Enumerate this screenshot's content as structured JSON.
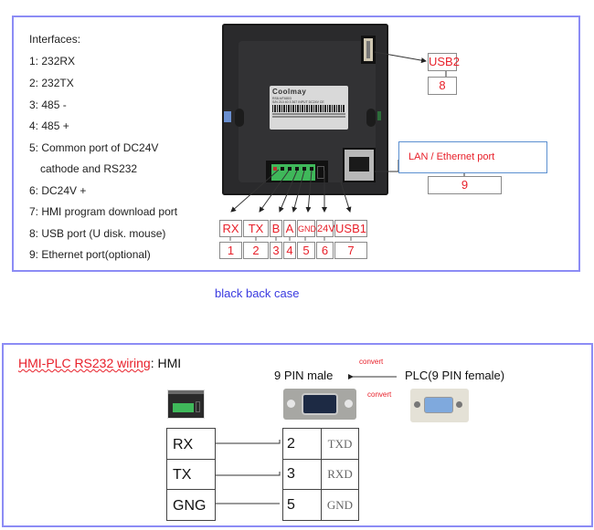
{
  "interfaces": {
    "heading": "Interfaces:",
    "items": [
      "1: 232RX",
      "2: 232TX",
      "3: 485 -",
      "4: 485 +",
      "5: Common port of DC24V",
      "cathode and RS232",
      "6: DC24V +",
      "7: HMI program download port",
      "8: USB port (U disk. mouse)",
      "9: Ethernet port(optional)"
    ]
  },
  "device": {
    "brand": "Coolmay",
    "model_line": "RS8-MT6803",
    "serial_line": "S/N 210 40 3 367 INPUT DC24V CE"
  },
  "pins": [
    {
      "label": "RX",
      "num": "1"
    },
    {
      "label": "TX",
      "num": "2"
    },
    {
      "label": "B",
      "num": "3"
    },
    {
      "label": "A",
      "num": "4"
    },
    {
      "label": "GND",
      "num": "5"
    },
    {
      "label": "24V",
      "num": "6"
    },
    {
      "label": "USB1",
      "num": "7"
    }
  ],
  "usb2": {
    "label": "USB2",
    "num": "8"
  },
  "lan": {
    "label": "LAN / Ethernet port",
    "num": "9"
  },
  "caption": "black back case",
  "wiring": {
    "title_red": "HMI-PLC RS232 wiring",
    "title_black": ": HMI",
    "male_label": "9 PIN male",
    "plc_label": "PLC(9 PIN female)",
    "convert_top": "convert",
    "convert_bottom": "convert",
    "colors": {
      "accent_red": "#e8202a",
      "frame_blue": "#8c8cf5",
      "caption_blue": "#3a3ae0"
    },
    "rows": [
      {
        "hmi": "RX",
        "pin": "2",
        "signal": "TXD"
      },
      {
        "hmi": "TX",
        "pin": "3",
        "signal": "RXD"
      },
      {
        "hmi": "GNG",
        "pin": "5",
        "signal": "GND"
      }
    ]
  }
}
